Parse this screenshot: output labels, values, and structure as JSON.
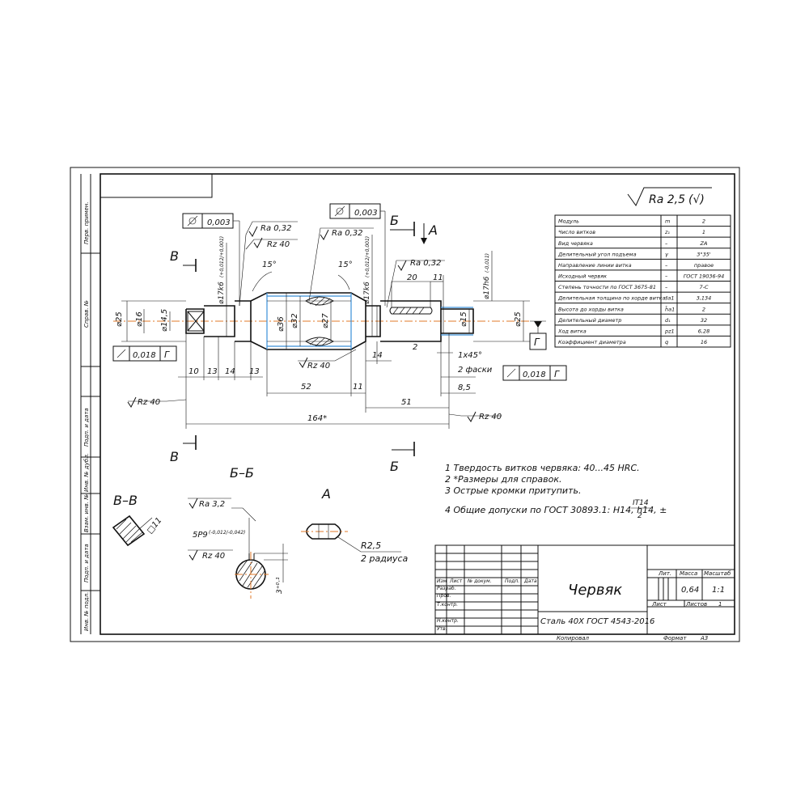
{
  "roughness_general": {
    "value": "Ra 2,5",
    "extra": "(√)"
  },
  "params": [
    {
      "name": "Модуль",
      "sym": "m",
      "val": "2"
    },
    {
      "name": "Число витков",
      "sym": "z₁",
      "val": "1"
    },
    {
      "name": "Вид червяка",
      "sym": "–",
      "val": "ZA"
    },
    {
      "name": "Делительный угол подъема",
      "sym": "γ",
      "val": "3°35'"
    },
    {
      "name": "Направление линии витка",
      "sym": "–",
      "val": "правое"
    },
    {
      "name": "Исходный червяк",
      "sym": "–",
      "val": "ГОСТ 19036-94"
    },
    {
      "name": "Степень точности по ГОСТ 3675-81",
      "sym": "–",
      "val": "7-С"
    },
    {
      "name": "Делительная толщина по хорде витка",
      "sym": "s̄a1",
      "val": "3,134"
    },
    {
      "name": "Высота до хорды витка",
      "sym": "h̄a1",
      "val": "2"
    },
    {
      "name": "Делительный диаметр",
      "sym": "d₁",
      "val": "32"
    },
    {
      "name": "Ход витка",
      "sym": "pz1",
      "val": "6,28"
    },
    {
      "name": "Коэффициент диаметра",
      "sym": "q",
      "val": "16"
    }
  ],
  "notes": [
    "1 Твердость витков червяка: 40...45 HRC.",
    "2 *Размеры для справок.",
    "3 Острые кромки притупить.",
    "4 Общие допуски по ГОСТ 30893.1: H14, h14, ±",
    "IT14",
    "2"
  ],
  "title_block": {
    "name": "Червяк",
    "material": "Сталь 40Х ГОСТ 4543-2016",
    "lit": "Лит.",
    "mass_label": "Масса",
    "scale_label": "Масштаб",
    "mass": "0,64",
    "scale": "1:1",
    "sheet": "Лист",
    "sheets": "Листов",
    "sheets_val": "1",
    "copied": "Копировал",
    "format": "Формат",
    "format_val": "А3",
    "cols": [
      "Изм",
      "Лист",
      "№ докум.",
      "Подп.",
      "Дата"
    ],
    "rows": [
      "Разраб.",
      "Пров.",
      "Т.контр.",
      "Н.контр.",
      "Утв."
    ]
  },
  "side_labels": [
    "Перв. примен.",
    "Справ. №",
    "Подп. и дата",
    "Инв. № дубл.",
    "Взам. инв. №",
    "Подп. и дата",
    "Инв. № подл."
  ],
  "dims": {
    "d25a": "⌀25",
    "d16": "⌀16",
    "d145": "⌀14,5",
    "d36": "⌀36",
    "d32": "⌀32",
    "d27": "⌀27",
    "d15": "⌀15",
    "d25b": "⌀25",
    "d17l": "⌀17k6",
    "d17l_tol": "(+0,012/+0,001)",
    "d17r": "⌀17k6",
    "d17r_tol": "(+0,012/+0,001)",
    "d17h": "⌀17h6",
    "d17h_tol": "(-0,011)",
    "l10": "10",
    "l13a": "13",
    "l14a": "14",
    "l13b": "13",
    "l52": "52",
    "l11a": "11",
    "l14b": "14",
    "l2": "2",
    "l45": "1x45°",
    "fask": "2 фаски",
    "l85": "8,5",
    "l51": "51",
    "l164": "164*",
    "l20": "20",
    "l11b": "11",
    "a15a": "15°",
    "a15b": "15°"
  },
  "rough": {
    "ra032a": "Ra 0,32",
    "rz40a": "Rz 40",
    "ra032b": "Ra 0,32",
    "ra032c": "Ra 0,32",
    "rz40b": "Rz 40",
    "rz40c": "Rz 40",
    "rz40d": "Rz 40",
    "ra32": "Ra 3,2",
    "rz40e": "Rz 40"
  },
  "tol": {
    "cyl1": "0,003",
    "cyl2": "0,003",
    "runout1": "0,018",
    "runout1_base": "Г",
    "runout2": "0,018",
    "runout2_base": "Г",
    "datum": "Г"
  },
  "views": {
    "b_left_top": "В",
    "b_left_bot": "В",
    "b_right_top": "Б",
    "a_top": "А",
    "b_right_bot": "Б",
    "bb": "Б–Б",
    "vv": "В–В",
    "a": "А",
    "sq": "□11",
    "key": "5P9",
    "key_tol": "(-0,012/-0,042)",
    "key_depth": "3⁺⁰·¹",
    "r25": "R2,5",
    "rad": "2 радиуса"
  }
}
